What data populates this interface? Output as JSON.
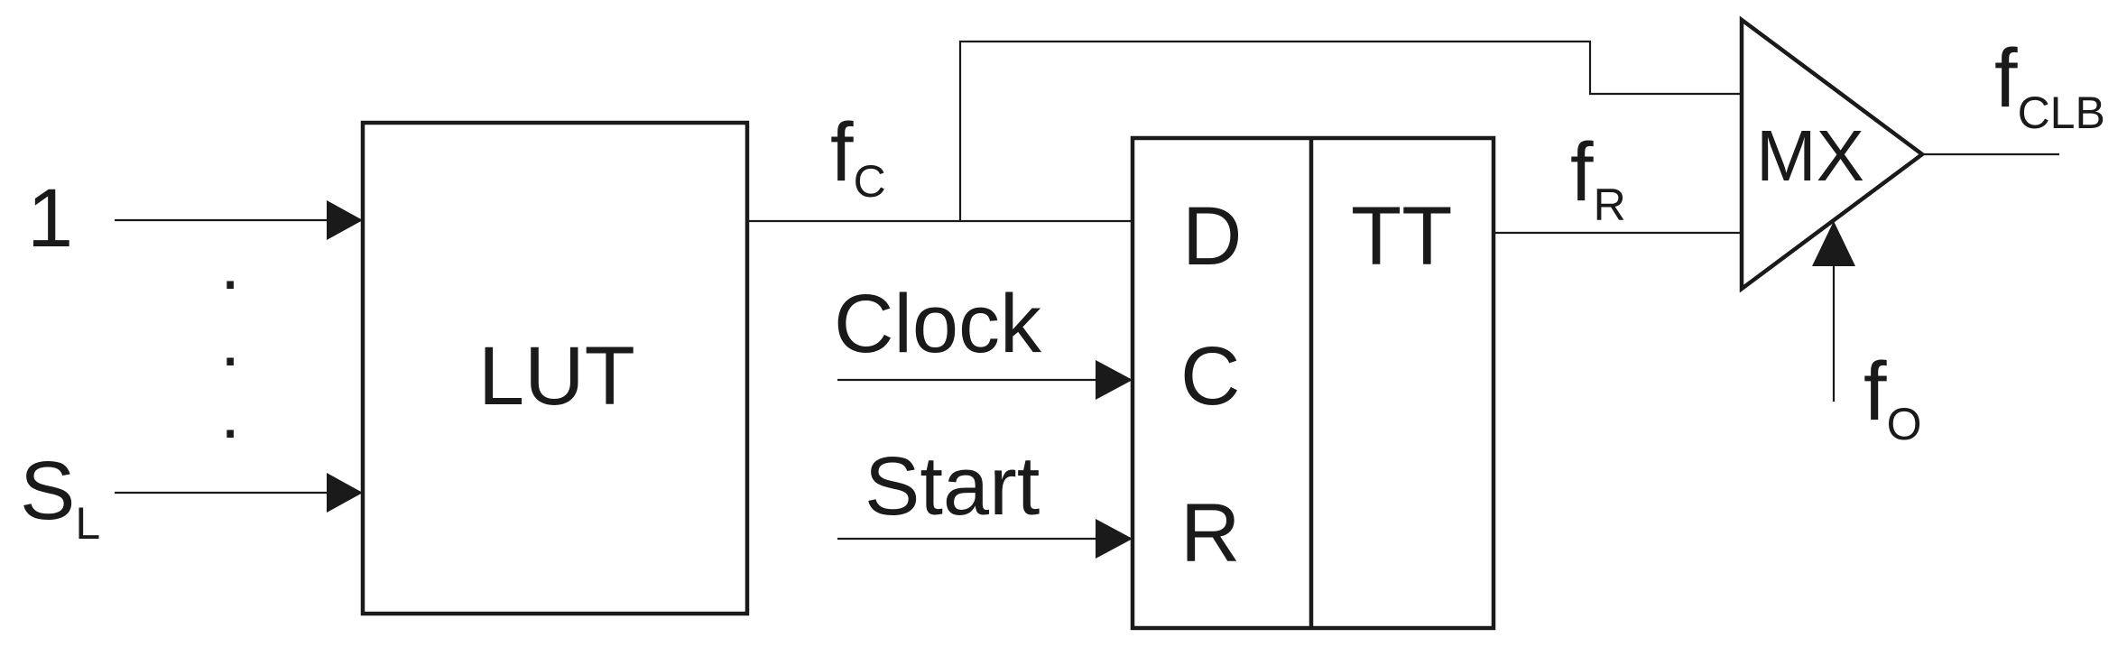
{
  "labels": {
    "input_first": "1",
    "input_last_main": "S",
    "input_last_sub": "L",
    "dots": ".",
    "lut": "LUT",
    "fc_main": "f",
    "fc_sub": "C",
    "clock": "Clock",
    "start": "Start",
    "port_d": "D",
    "port_c": "C",
    "port_r": "R",
    "tt": "TT",
    "fr_main": "f",
    "fr_sub": "R",
    "mx": "MX",
    "fclb_main": "f",
    "fclb_sub": "CLB",
    "fo_main": "f",
    "fo_sub": "O"
  }
}
